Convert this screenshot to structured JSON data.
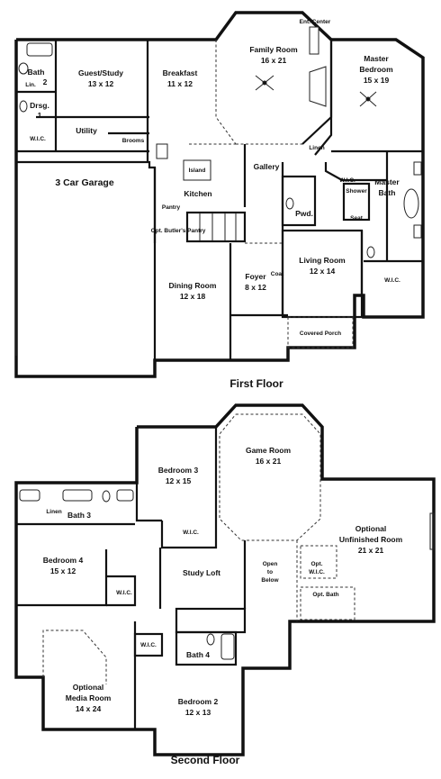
{
  "first_floor": {
    "title": "First Floor",
    "rooms": {
      "bath2": {
        "name": "Bath",
        "num": "2"
      },
      "lin": "Lin.",
      "drsg": {
        "name": "Drsg.",
        "num": "1"
      },
      "wic1": "W.I.C.",
      "guest": {
        "name": "Guest/Study",
        "size": "13 x 12"
      },
      "utility": "Utility",
      "brooms": "Brooms",
      "breakfast": {
        "name": "Breakfast",
        "size": "11 x 12"
      },
      "family": {
        "name": "Family Room",
        "size": "16 x 21"
      },
      "ent_center": "Ent. Center",
      "master_bed": {
        "name": "Master",
        "name2": "Bedroom",
        "size": "15 x 19"
      },
      "linen": "Linen",
      "garage": "3 Car Garage",
      "island": "Island",
      "kitchen": "Kitchen",
      "pantry": "Pantry",
      "butler": "Opt. Butler's Pantry",
      "gallery": "Gallery",
      "wic_master": "W.I.C.",
      "master_bath": {
        "name": "Master",
        "name2": "Bath"
      },
      "shower": "Shower",
      "seat": "Seat",
      "pwd": "Pwd.",
      "living": {
        "name": "Living Room",
        "size": "12 x 14"
      },
      "wic_bath": "W.I.C.",
      "dining": {
        "name": "Dining Room",
        "size": "12 x 18"
      },
      "foyer": {
        "name": "Foyer",
        "size": "8 x 12"
      },
      "coat": "Coat",
      "porch": "Covered Porch"
    }
  },
  "second_floor": {
    "title": "Second Floor",
    "rooms": {
      "bed3": {
        "name": "Bedroom 3",
        "size": "12 x 15"
      },
      "game": {
        "name": "Game Room",
        "size": "16 x 21"
      },
      "linen": "Linen",
      "bath3": "Bath 3",
      "wic3": "W.I.C.",
      "bed4": {
        "name": "Bedroom 4",
        "size": "15 x 12"
      },
      "wic4": "W.I.C.",
      "loft": "Study Loft",
      "open_below": {
        "l1": "Open",
        "l2": "to",
        "l3": "Below"
      },
      "unfinished": {
        "l1": "Optional",
        "l2": "Unfinished Room",
        "size": "21 x 21"
      },
      "opt_wic": {
        "l1": "Opt.",
        "l2": "W.I.C."
      },
      "opt_bath": "Opt. Bath",
      "media": {
        "l1": "Optional",
        "l2": "Media Room",
        "size": "14 x 24"
      },
      "wic2": "W.I.C.",
      "bath4": "Bath 4",
      "bed2": {
        "name": "Bedroom 2",
        "size": "12 x 13"
      }
    }
  }
}
